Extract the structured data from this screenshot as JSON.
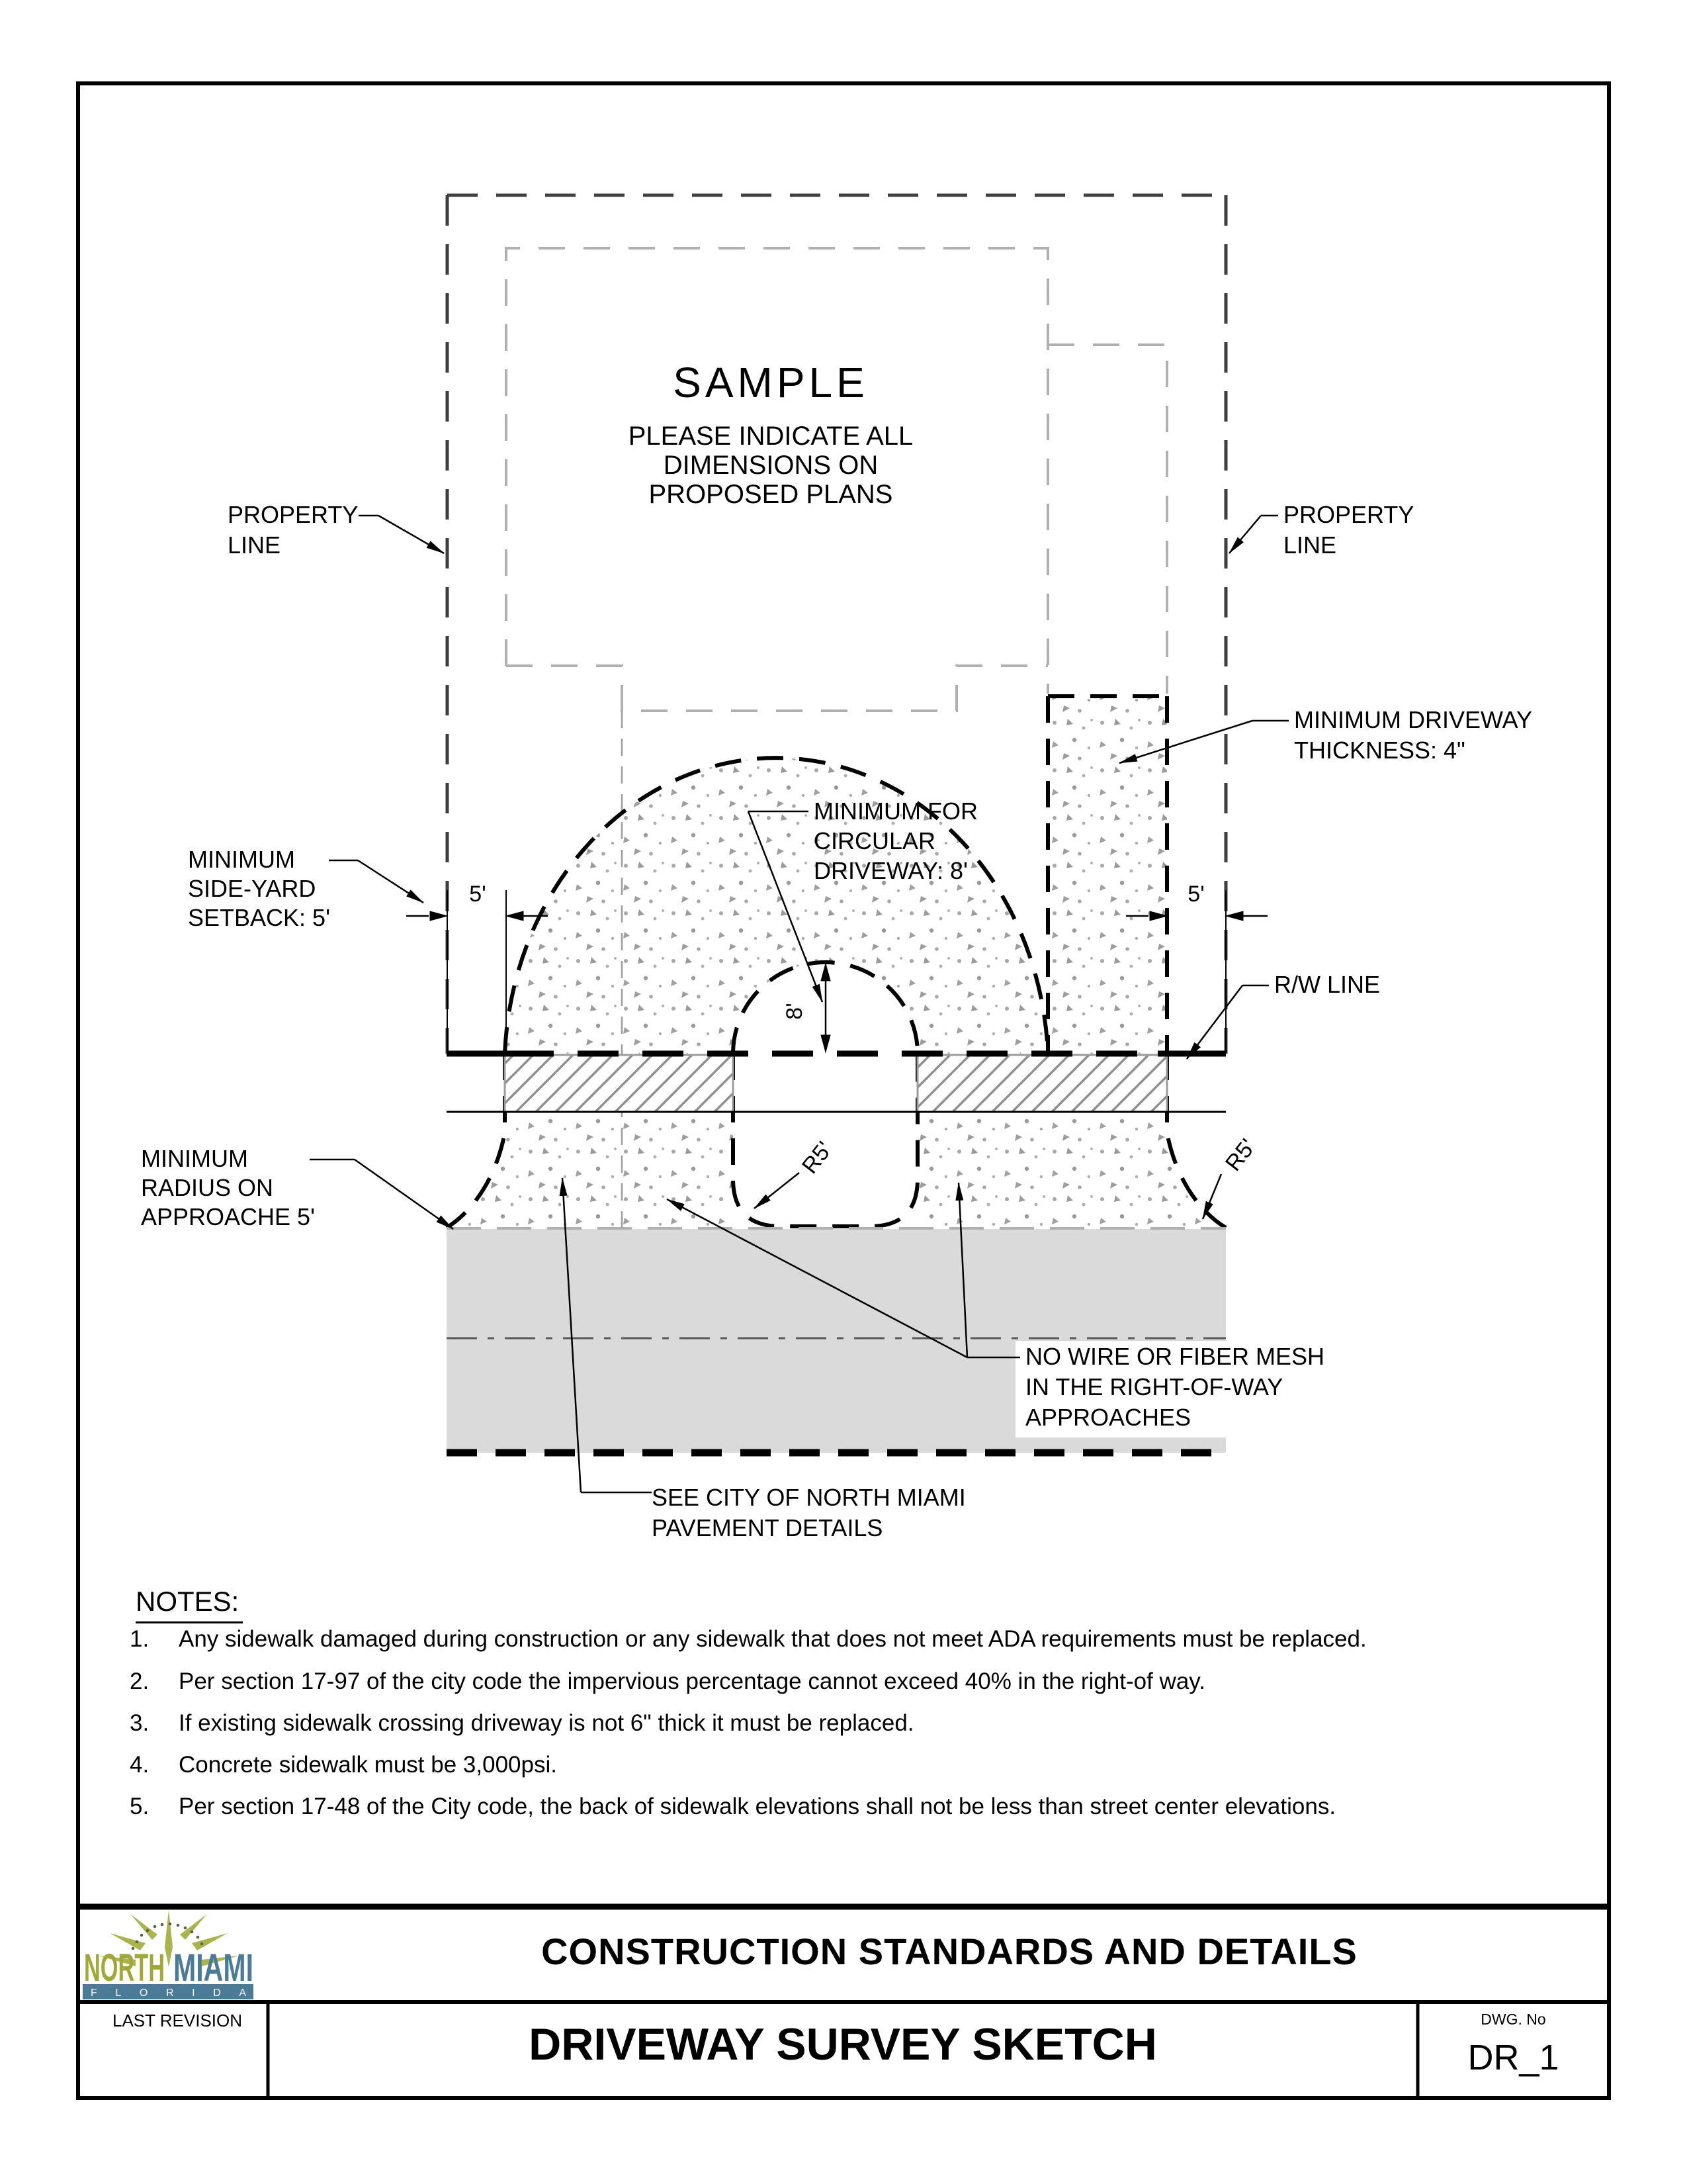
{
  "colors": {
    "line": "#000000",
    "property_line": "#3f3f3f",
    "house_outline": "#b0b0b0",
    "hatch": "#8f8f8f",
    "stipple": "#9e9e9e",
    "road_fill": "#dadada",
    "road_edge": "#b0b0b0",
    "centerline": "#5a5a5a",
    "logo_olive": "#a0a839",
    "logo_blue": "#4b7b97"
  },
  "diagram": {
    "sample": {
      "title": "SAMPLE",
      "lines": [
        "PLEASE INDICATE ALL",
        "DIMENSIONS ON",
        "PROPOSED PLANS"
      ]
    },
    "labels": {
      "property_line_left": [
        "PROPERTY",
        "LINE"
      ],
      "property_line_right": [
        "PROPERTY",
        "LINE"
      ],
      "min_driveway_thickness": [
        "MINIMUM DRIVEWAY",
        "THICKNESS: 4\""
      ],
      "side_yard_setback": [
        "MINIMUM",
        "SIDE-YARD",
        "SETBACK: 5'"
      ],
      "min_circular_driveway": [
        "MINIMUM FOR",
        "CIRCULAR",
        "DRIVEWAY: 8'"
      ],
      "rw_line": "R/W LINE",
      "min_radius_approach": [
        "MINIMUM",
        "RADIUS ON",
        "APPROACHE 5'"
      ],
      "no_wire": [
        "NO WIRE OR FIBER MESH",
        "IN THE RIGHT-OF-WAY",
        "APPROACHES"
      ],
      "see_city": [
        "SEE CITY OF NORTH MIAMI",
        "PAVEMENT DETAILS"
      ]
    },
    "dimensions": {
      "setback_left": "5'",
      "setback_right": "5'",
      "circular_radius": "8'",
      "approach_radius_left": "R5'",
      "approach_radius_right": "R5'"
    }
  },
  "notes": {
    "heading": "NOTES:",
    "items": [
      {
        "num": "1.",
        "text": "Any sidewalk damaged during construction or any sidewalk that does not meet ADA requirements must be replaced."
      },
      {
        "num": "2.",
        "text": "Per section 17-97 of the city code the impervious percentage cannot exceed 40% in the right-of way."
      },
      {
        "num": "3.",
        "text": "If existing sidewalk crossing driveway is not 6\" thick  it must be replaced."
      },
      {
        "num": "4.",
        "text": "Concrete sidewalk must be 3,000psi."
      },
      {
        "num": "5.",
        "text": "Per section 17-48 of the City code, the back of sidewalk elevations shall not be less than street center elevations."
      }
    ]
  },
  "title_block": {
    "standards_title": "CONSTRUCTION STANDARDS AND DETAILS",
    "sheet_title": "DRIVEWAY SURVEY SKETCH",
    "last_revision_label": "LAST REVISION",
    "dwg_no_label": "DWG. No",
    "dwg_no_value": "DR_1",
    "logo": {
      "north": "NORTH",
      "miami": "MIAMI",
      "state": "FLORIDA"
    }
  }
}
